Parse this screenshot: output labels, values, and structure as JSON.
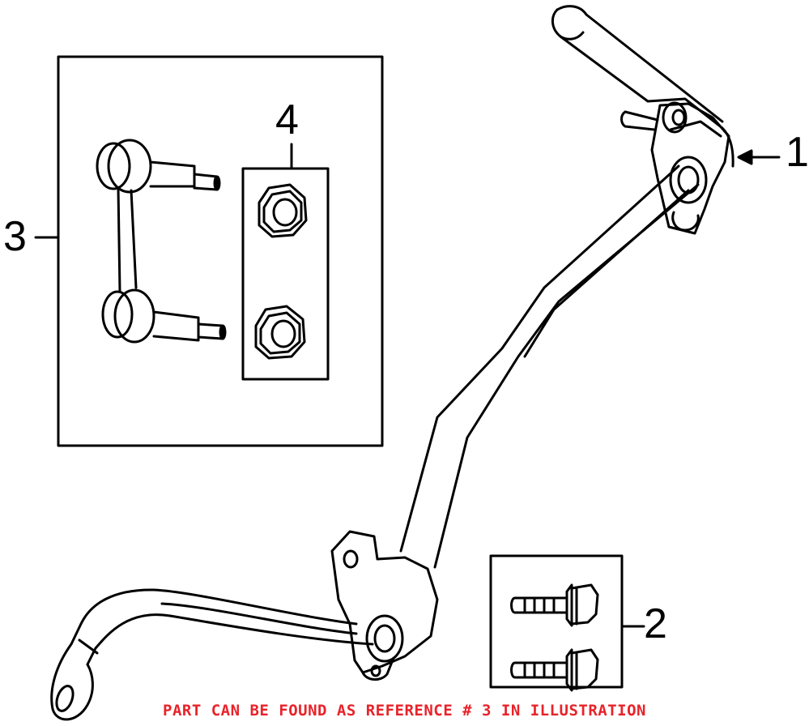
{
  "callouts": {
    "stabilizer_bar": "1",
    "bracket_bolts": "2",
    "stabilizer_link": "3",
    "link_nuts": "4"
  },
  "notice": {
    "text": "PART CAN BE FOUND AS REFERENCE # 3 IN ILLUSTRATION",
    "color": "#e8232a"
  }
}
